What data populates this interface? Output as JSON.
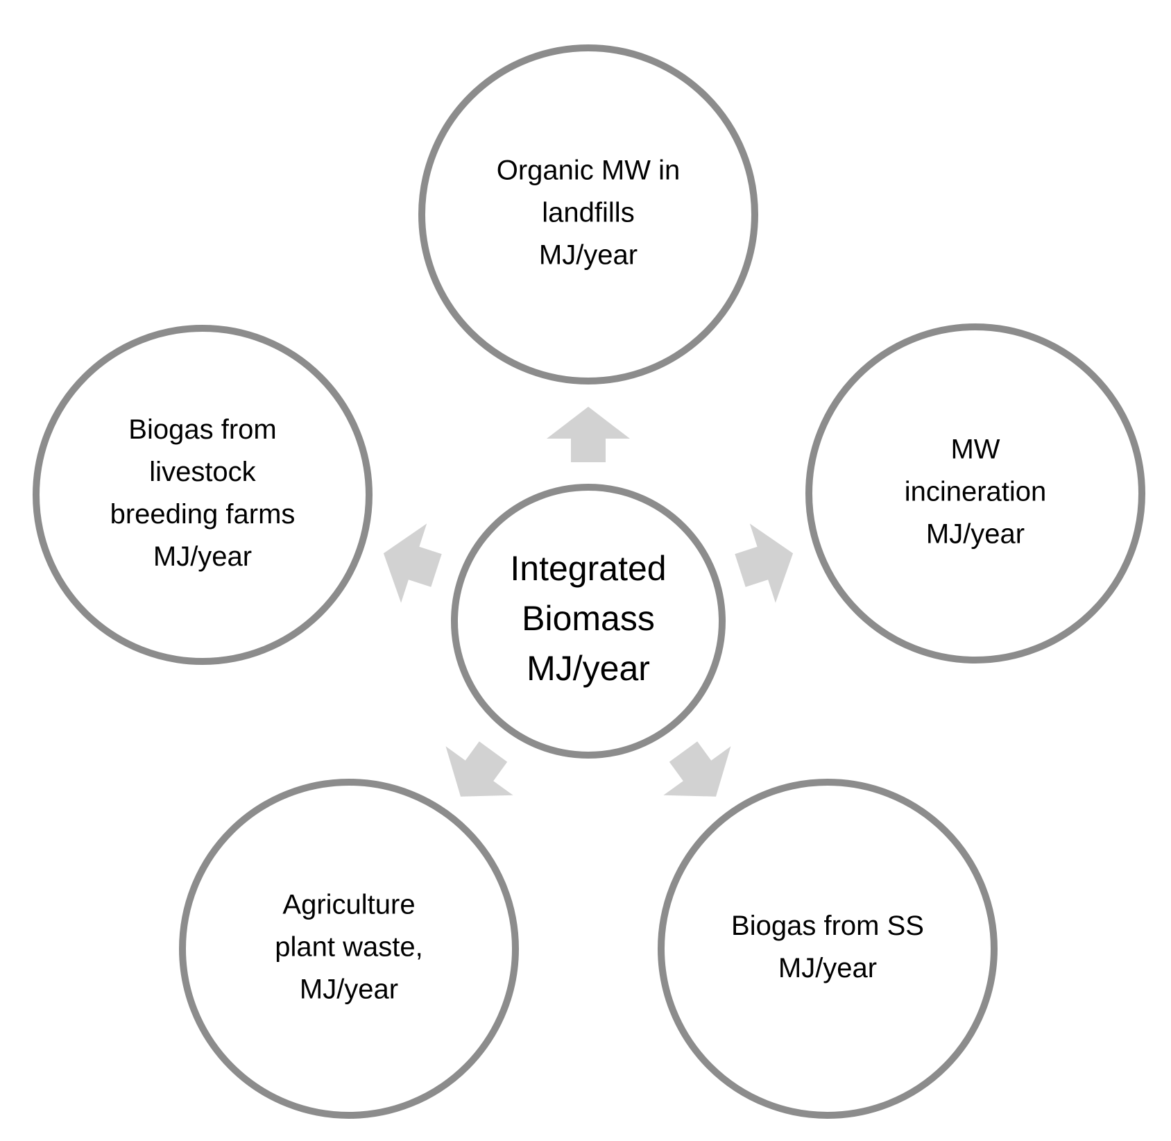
{
  "diagram": {
    "center": {
      "lines": [
        "Integrated",
        "Biomass",
        "MJ/year"
      ]
    },
    "nodes": [
      {
        "id": "organic-mw-landfills",
        "lines": [
          "Organic MW in",
          "landfills",
          "MJ/year"
        ]
      },
      {
        "id": "mw-incineration",
        "lines": [
          "MW",
          "incineration",
          "MJ/year"
        ]
      },
      {
        "id": "biogas-ss",
        "lines": [
          "Biogas from SS",
          "MJ/year"
        ]
      },
      {
        "id": "agriculture-plant-waste",
        "lines": [
          "Agriculture",
          "plant waste,",
          "MJ/year"
        ]
      },
      {
        "id": "biogas-livestock",
        "lines": [
          "Biogas from",
          "livestock",
          "breeding farms",
          "MJ/year"
        ]
      }
    ],
    "colors": {
      "circle_stroke": "#8c8c8c",
      "arrow_fill": "#d2d2d2",
      "text": "#000000",
      "background": "#ffffff"
    }
  }
}
